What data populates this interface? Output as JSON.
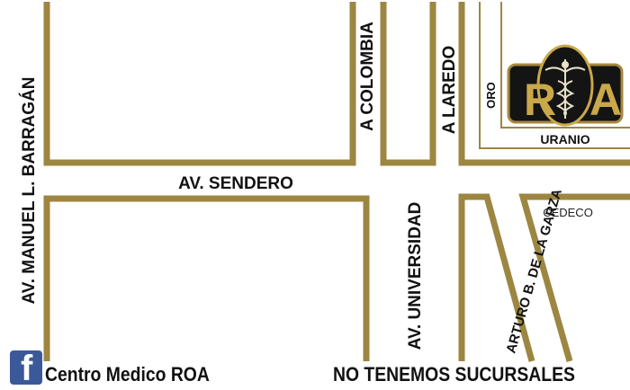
{
  "streets": {
    "av_sendero": "AV. SENDERO",
    "av_manuel_barragan": "AV.  MANUEL L. BARRAGÁN",
    "a_colombia": "A COLOMBIA",
    "a_laredo": "A LAREDO",
    "av_universidad": "AV. UNIVERSIDAD",
    "arturo_garza": "ARTURO B. DE LA GARZA",
    "oro": "ORO",
    "uranio": "URANIO",
    "cedeco": "CEDECO"
  },
  "logo": {
    "letter_left": "R",
    "letter_right": "A",
    "symbol": "caduceus-icon"
  },
  "footer": {
    "facebook_icon": "facebook-icon",
    "facebook_page": "Centro Medico ROA",
    "notice": "NO TENEMOS SUCURSALES"
  },
  "colors": {
    "road_outline": "#9c8642",
    "logo_border": "#a6883f",
    "logo_fill": "#141414",
    "logo_ring": "#c9a84a",
    "facebook_blue": "#3b5998"
  }
}
